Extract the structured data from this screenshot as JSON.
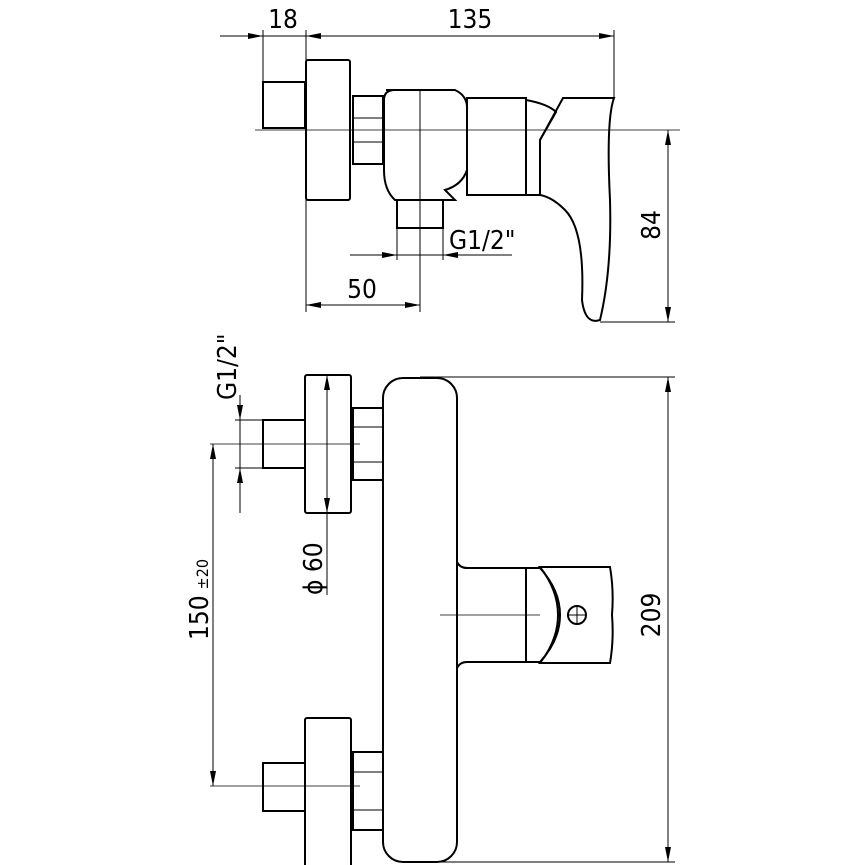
{
  "drawing": {
    "side_view": {
      "dim_nipple": "18",
      "dim_depth": "135",
      "dim_outlet_thread": "G1/2\"",
      "dim_outlet_offset": "50",
      "dim_height": "84"
    },
    "front_view": {
      "dim_inlet_thread": "G1/2\"",
      "dim_flange_diameter": "ϕ 60",
      "dim_centers": "150",
      "dim_centers_tolerance": "±20",
      "dim_total_height": "209"
    },
    "line_color": "#000000"
  }
}
